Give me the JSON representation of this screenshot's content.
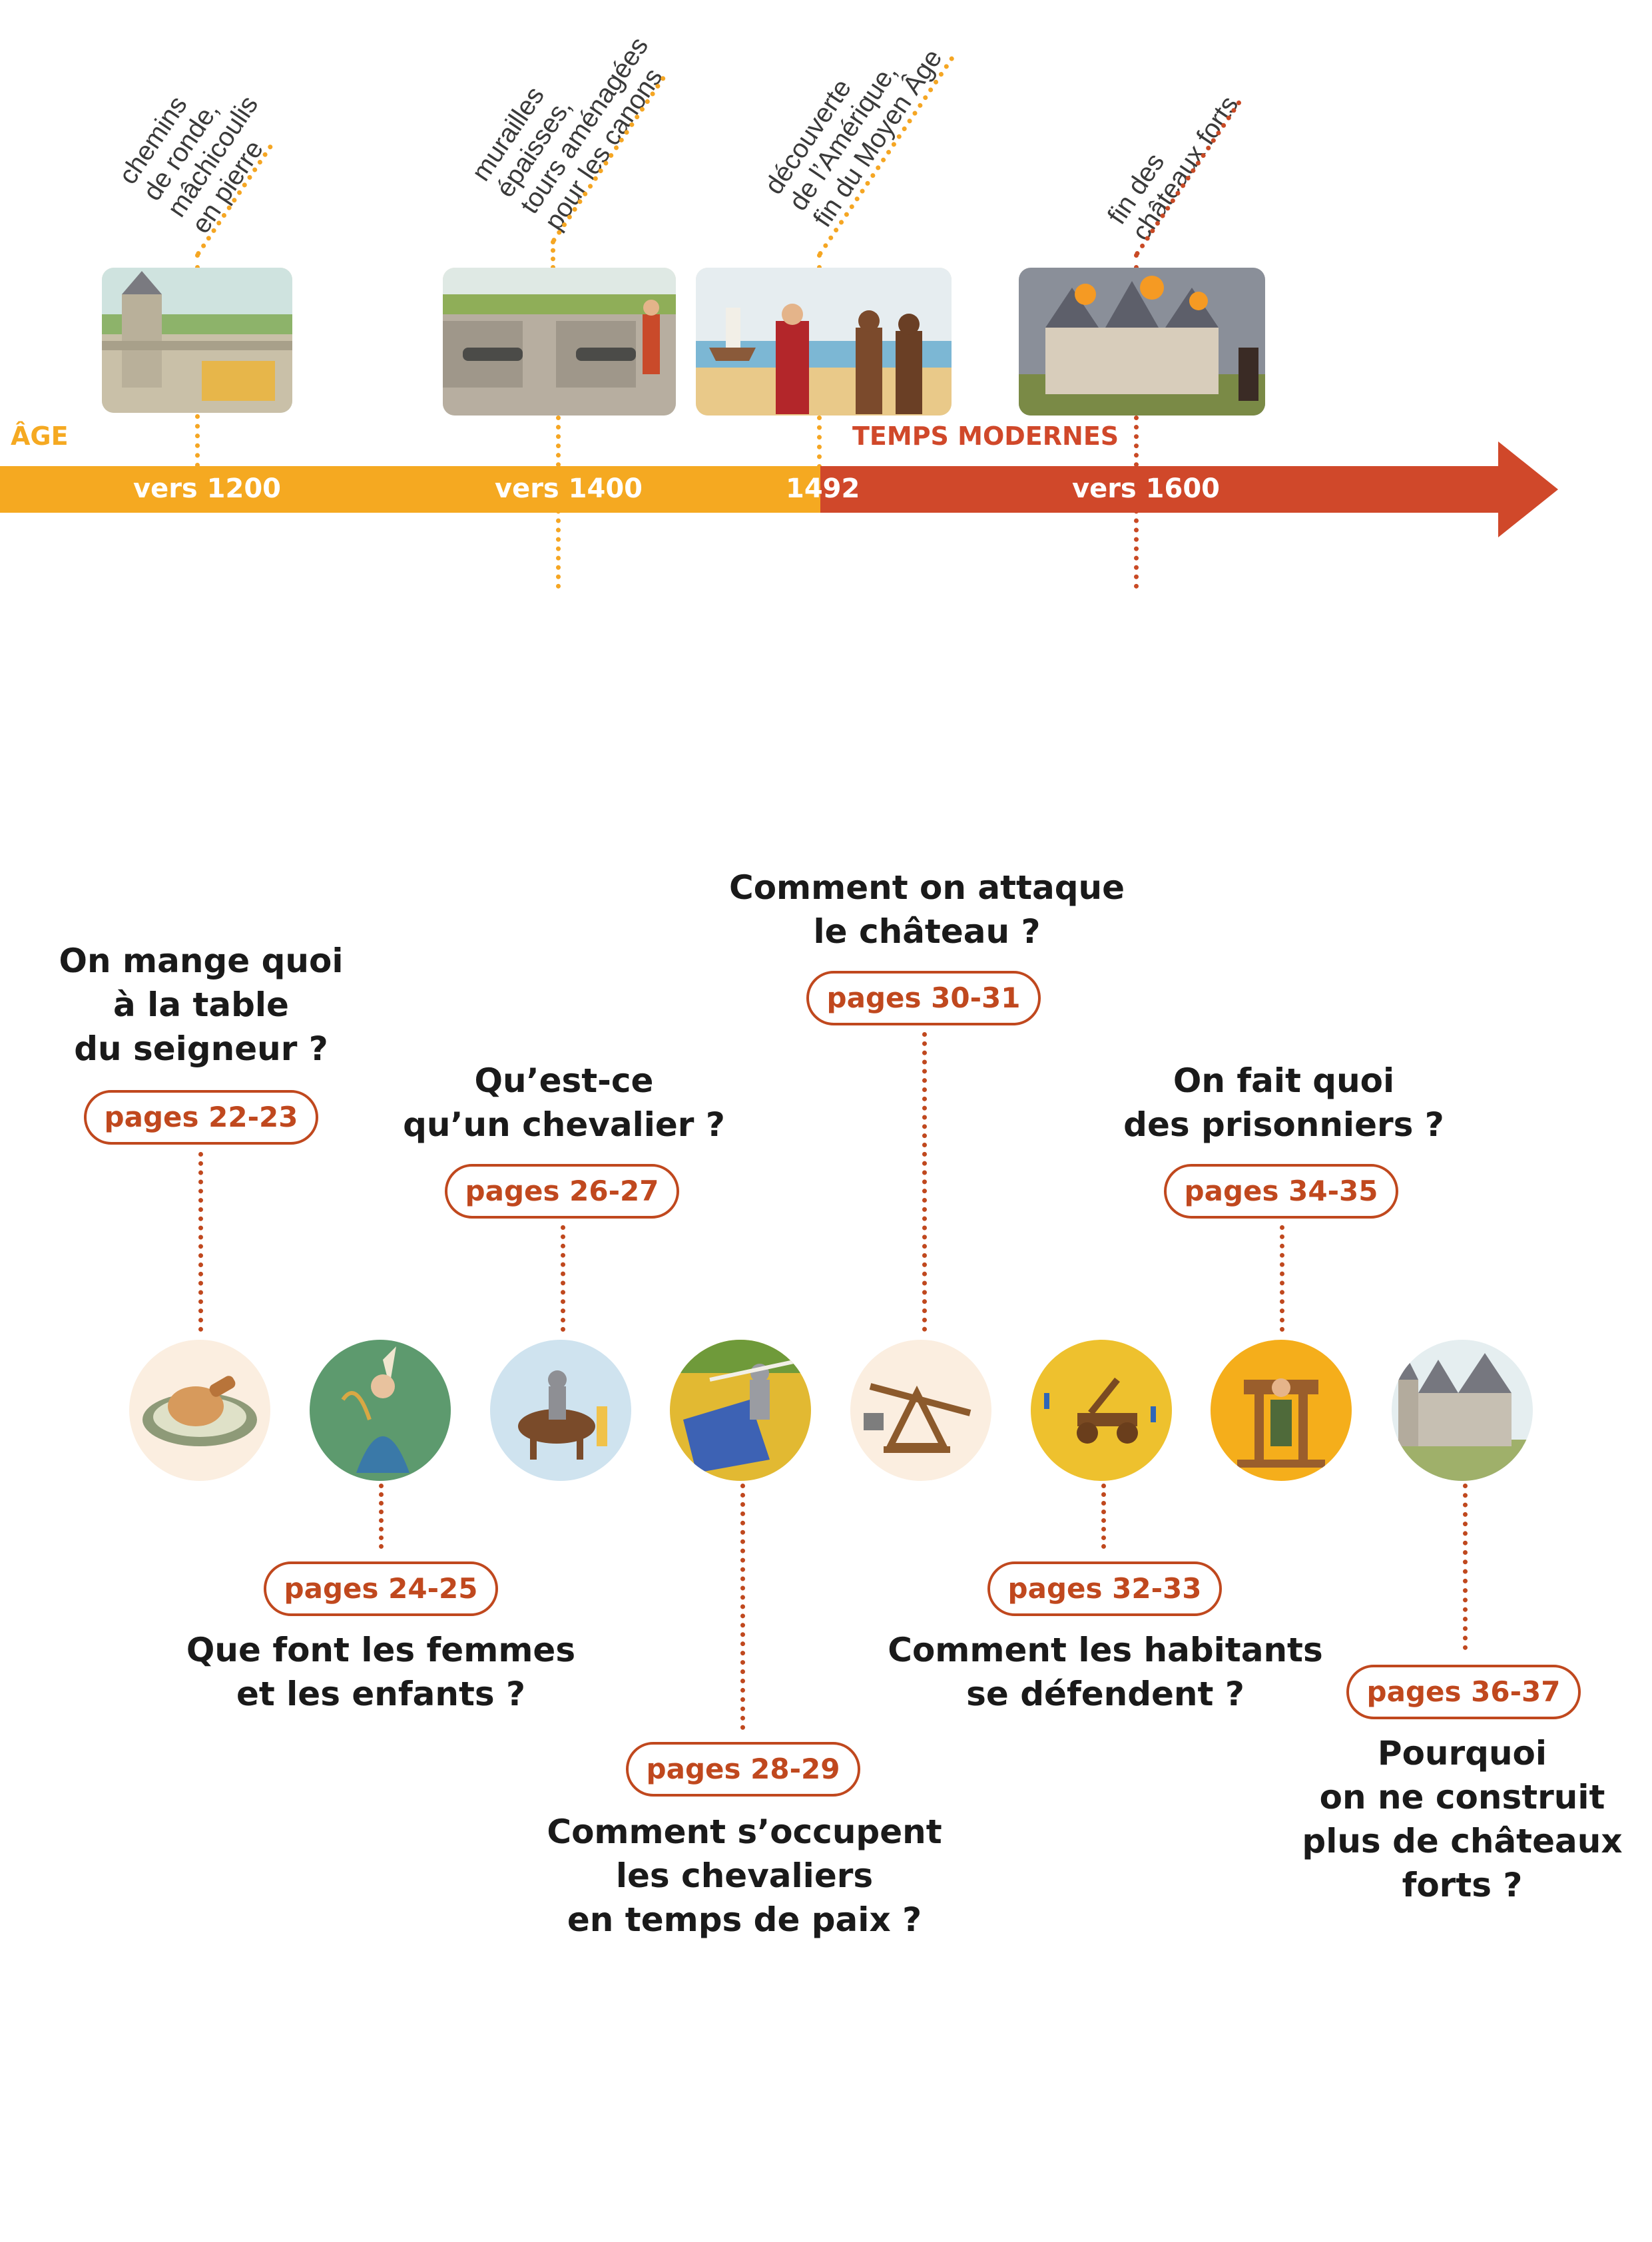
{
  "timeline": {
    "labels": [
      {
        "text": "chemins\nde ronde,\nmâchicoulis\nen pierre"
      },
      {
        "text": "murailles\népaisses,\ntours aménagées\npour les canons"
      },
      {
        "text": "découverte\nde l’Amérique,\nfin du Moyen Âge"
      },
      {
        "text": "fin des\nchâteaux forts"
      }
    ],
    "years": [
      "vers 1200",
      "vers 1400",
      "1492",
      "vers 1600"
    ],
    "era_left": "ÂGE",
    "era_right": "TEMPS MODERNES",
    "colors": {
      "orange": "#f5a921",
      "red": "#d0482a"
    }
  },
  "topics": [
    {
      "question": "On mange quoi\nà la table\ndu seigneur ?",
      "pages": "pages 22-23",
      "icon": "roast-meat-icon"
    },
    {
      "question": "Que font les femmes\net les enfants ?",
      "pages": "pages 24-25",
      "icon": "lady-harp-icon"
    },
    {
      "question": "Qu’est-ce\nqu’un chevalier ?",
      "pages": "pages 26-27",
      "icon": "knight-horse-icon"
    },
    {
      "question": "Comment s’occupent\nles chevaliers\nen temps de paix ?",
      "pages": "pages 28-29",
      "icon": "tournament-icon"
    },
    {
      "question": "Comment on attaque\nle château ?",
      "pages": "pages 30-31",
      "icon": "trebuchet-icon"
    },
    {
      "question": "Comment les habitants\nse défendent ?",
      "pages": "pages 32-33",
      "icon": "catapult-icon"
    },
    {
      "question": "On fait quoi\ndes prisonniers ?",
      "pages": "pages 34-35",
      "icon": "pillory-icon"
    },
    {
      "question": "Pourquoi\non ne construit\nplus de châteaux\nforts ?",
      "pages": "pages 36-37",
      "icon": "manor-icon"
    }
  ]
}
